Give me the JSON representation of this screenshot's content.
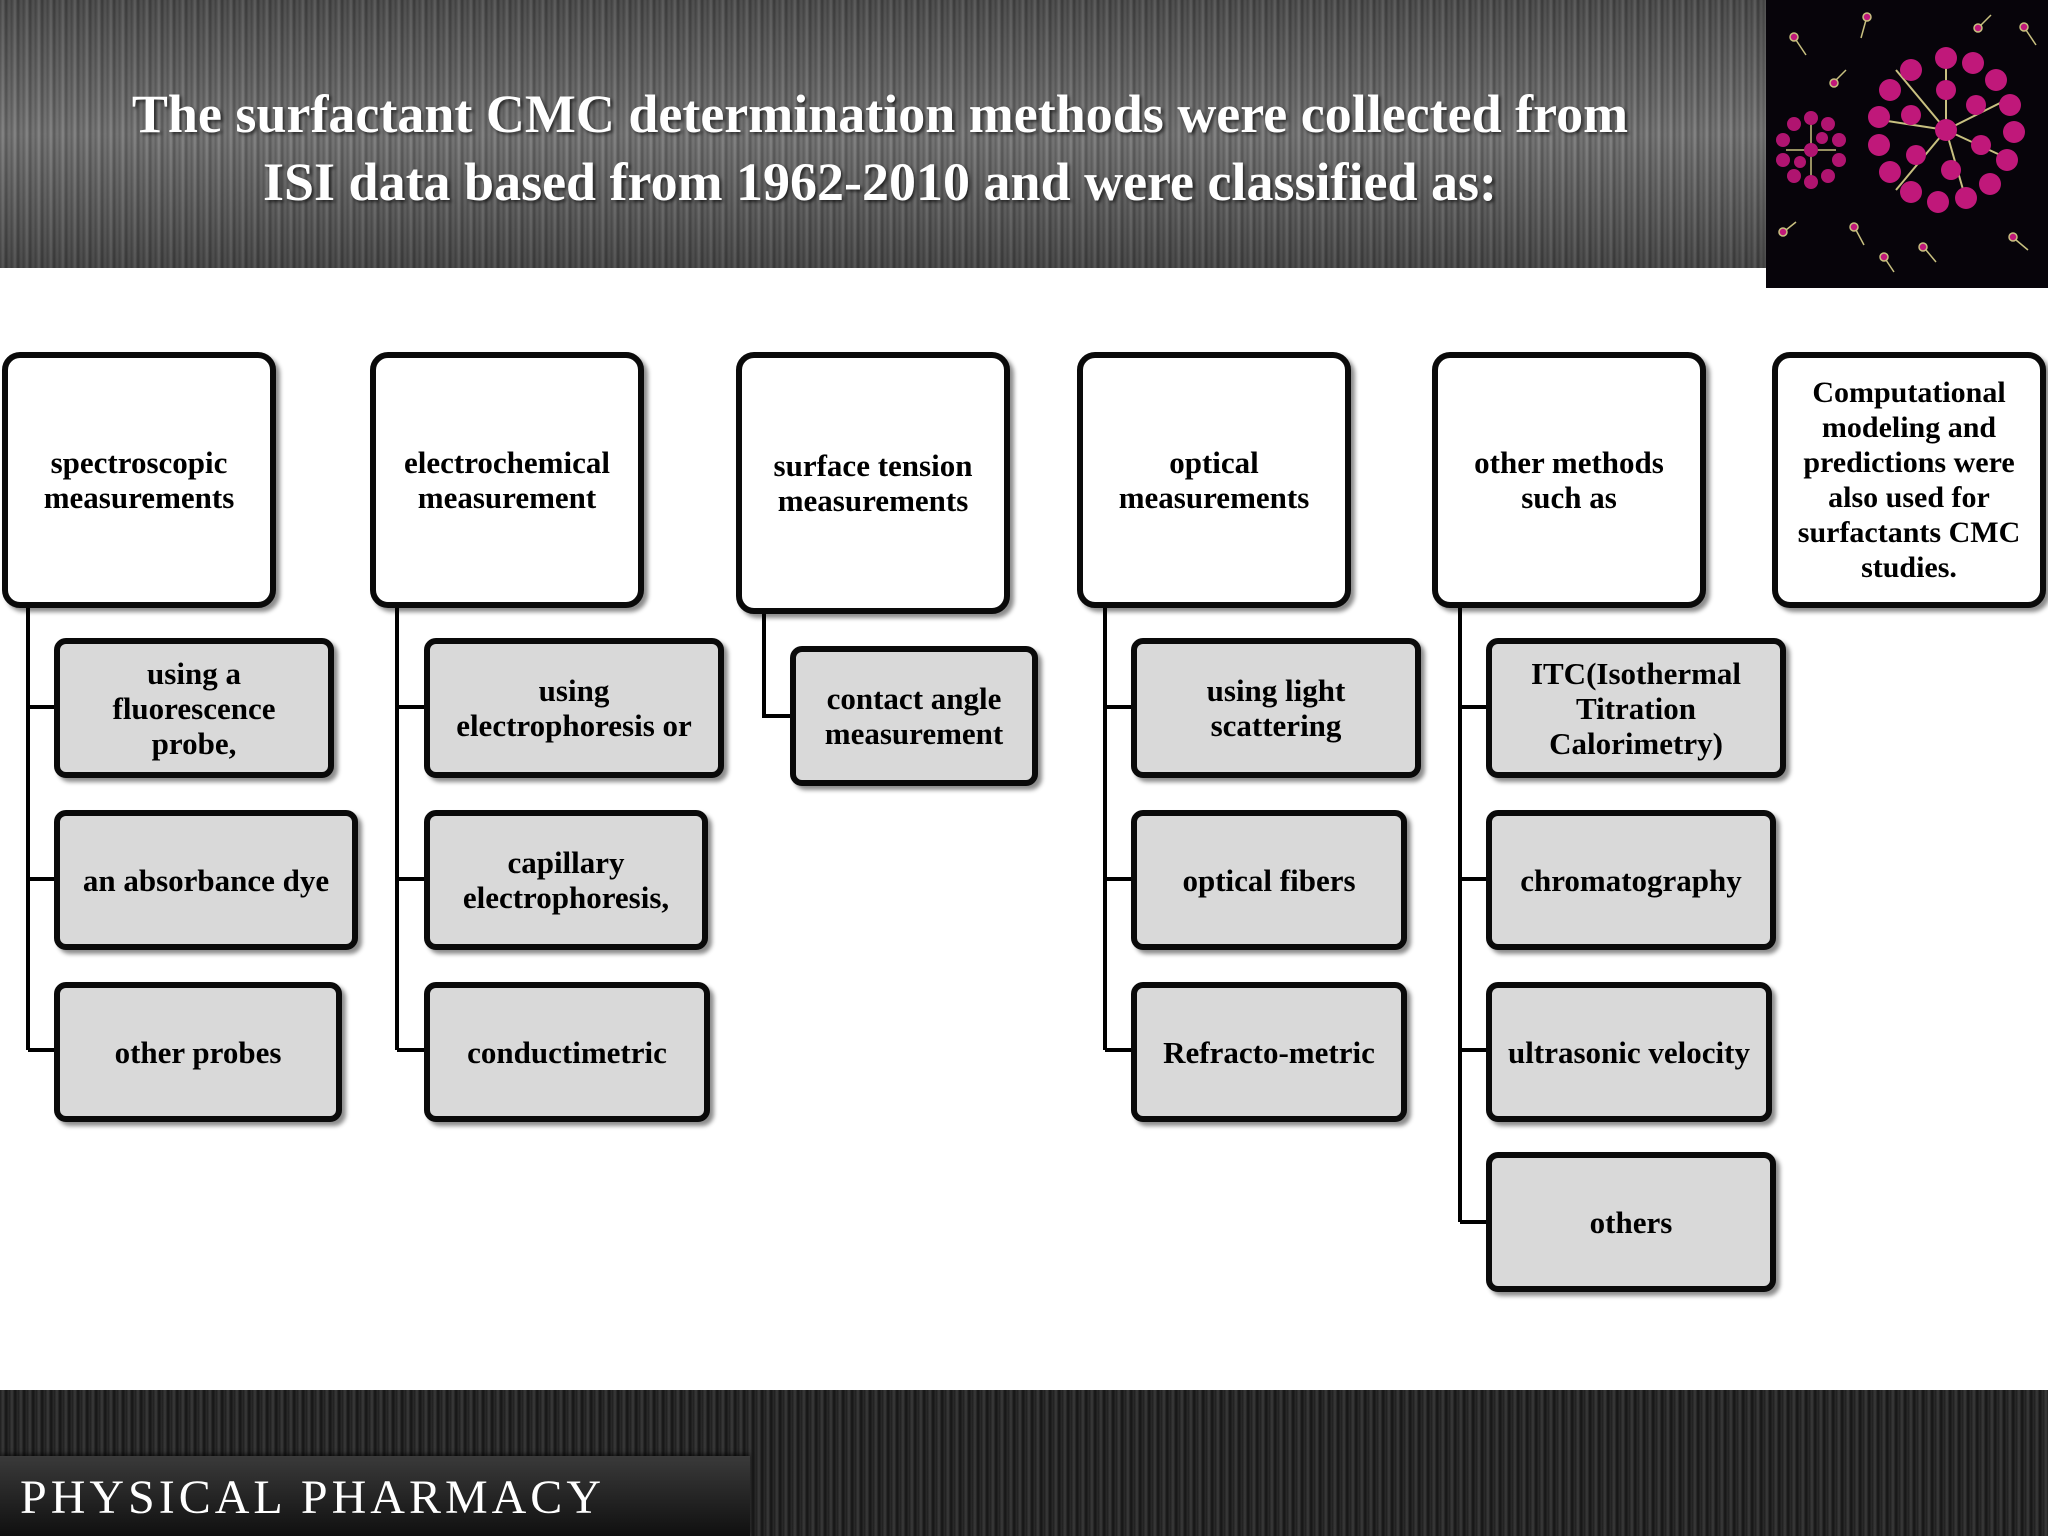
{
  "header": {
    "title_line1": "The surfactant CMC determination methods were collected from",
    "title_line2": "ISI data based from 1962-2010 and were classified as:"
  },
  "categories": [
    {
      "label": "spectroscopic measurements",
      "subs": [
        "using a fluorescence probe,",
        "an absorbance dye",
        "other probes"
      ]
    },
    {
      "label": "electrochemical measurement",
      "subs": [
        "using electrophoresis or",
        "capillary electrophoresis,",
        "conductimetric"
      ]
    },
    {
      "label": "surface tension measurements",
      "subs": [
        "contact angle measurement"
      ]
    },
    {
      "label": "optical measurements",
      "subs": [
        "using light scattering",
        "optical fibers",
        "Refracto-metric"
      ]
    },
    {
      "label": "other methods such as",
      "subs": [
        "ITC(Isothermal Titration Calorimetry)",
        "chromatography",
        "ultrasonic velocity",
        "others"
      ]
    },
    {
      "label": "Computational modeling and predictions were also used for surfactants CMC studies.",
      "subs": []
    }
  ],
  "footer": {
    "label": "PHYSICAL PHARMACY"
  }
}
